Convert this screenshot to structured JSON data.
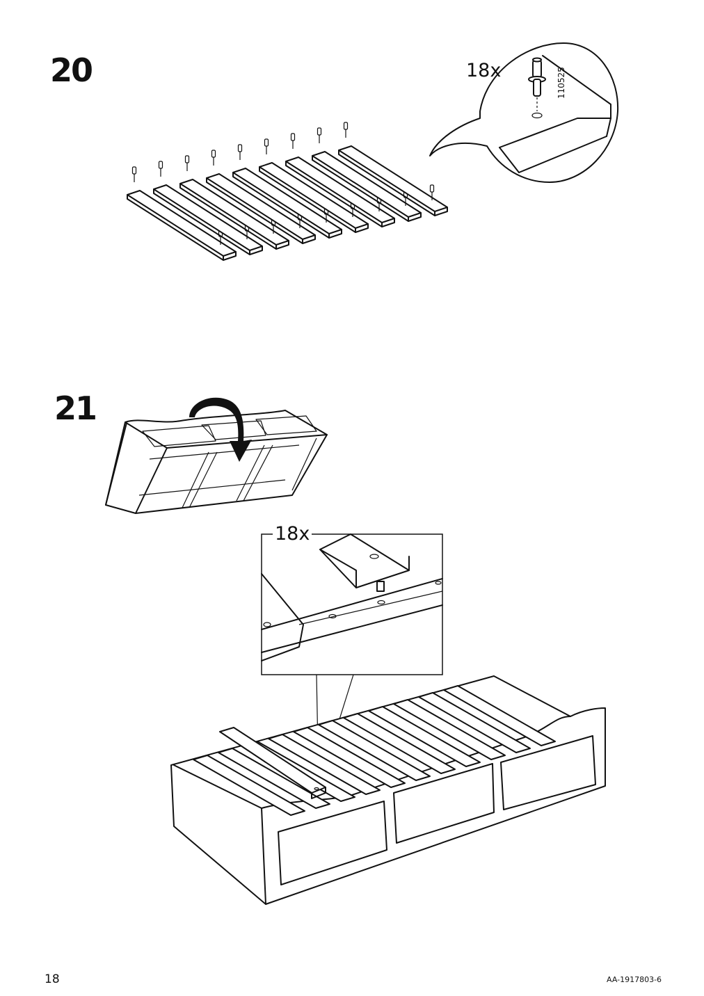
{
  "steps": [
    {
      "number": "20",
      "quantity": "18x",
      "part_number": "110525"
    },
    {
      "number": "21",
      "quantity": "18x"
    }
  ],
  "footer": {
    "page_number": "18",
    "document_id": "AA-1917803-6"
  },
  "icons": {
    "step20": [
      "wooden-slat-icon",
      "dowel-icon",
      "dowel-detail-callout-icon"
    ],
    "step21": [
      "flip-arrow-icon",
      "bed-frame-icon",
      "slat-placement-detail-icon"
    ]
  }
}
